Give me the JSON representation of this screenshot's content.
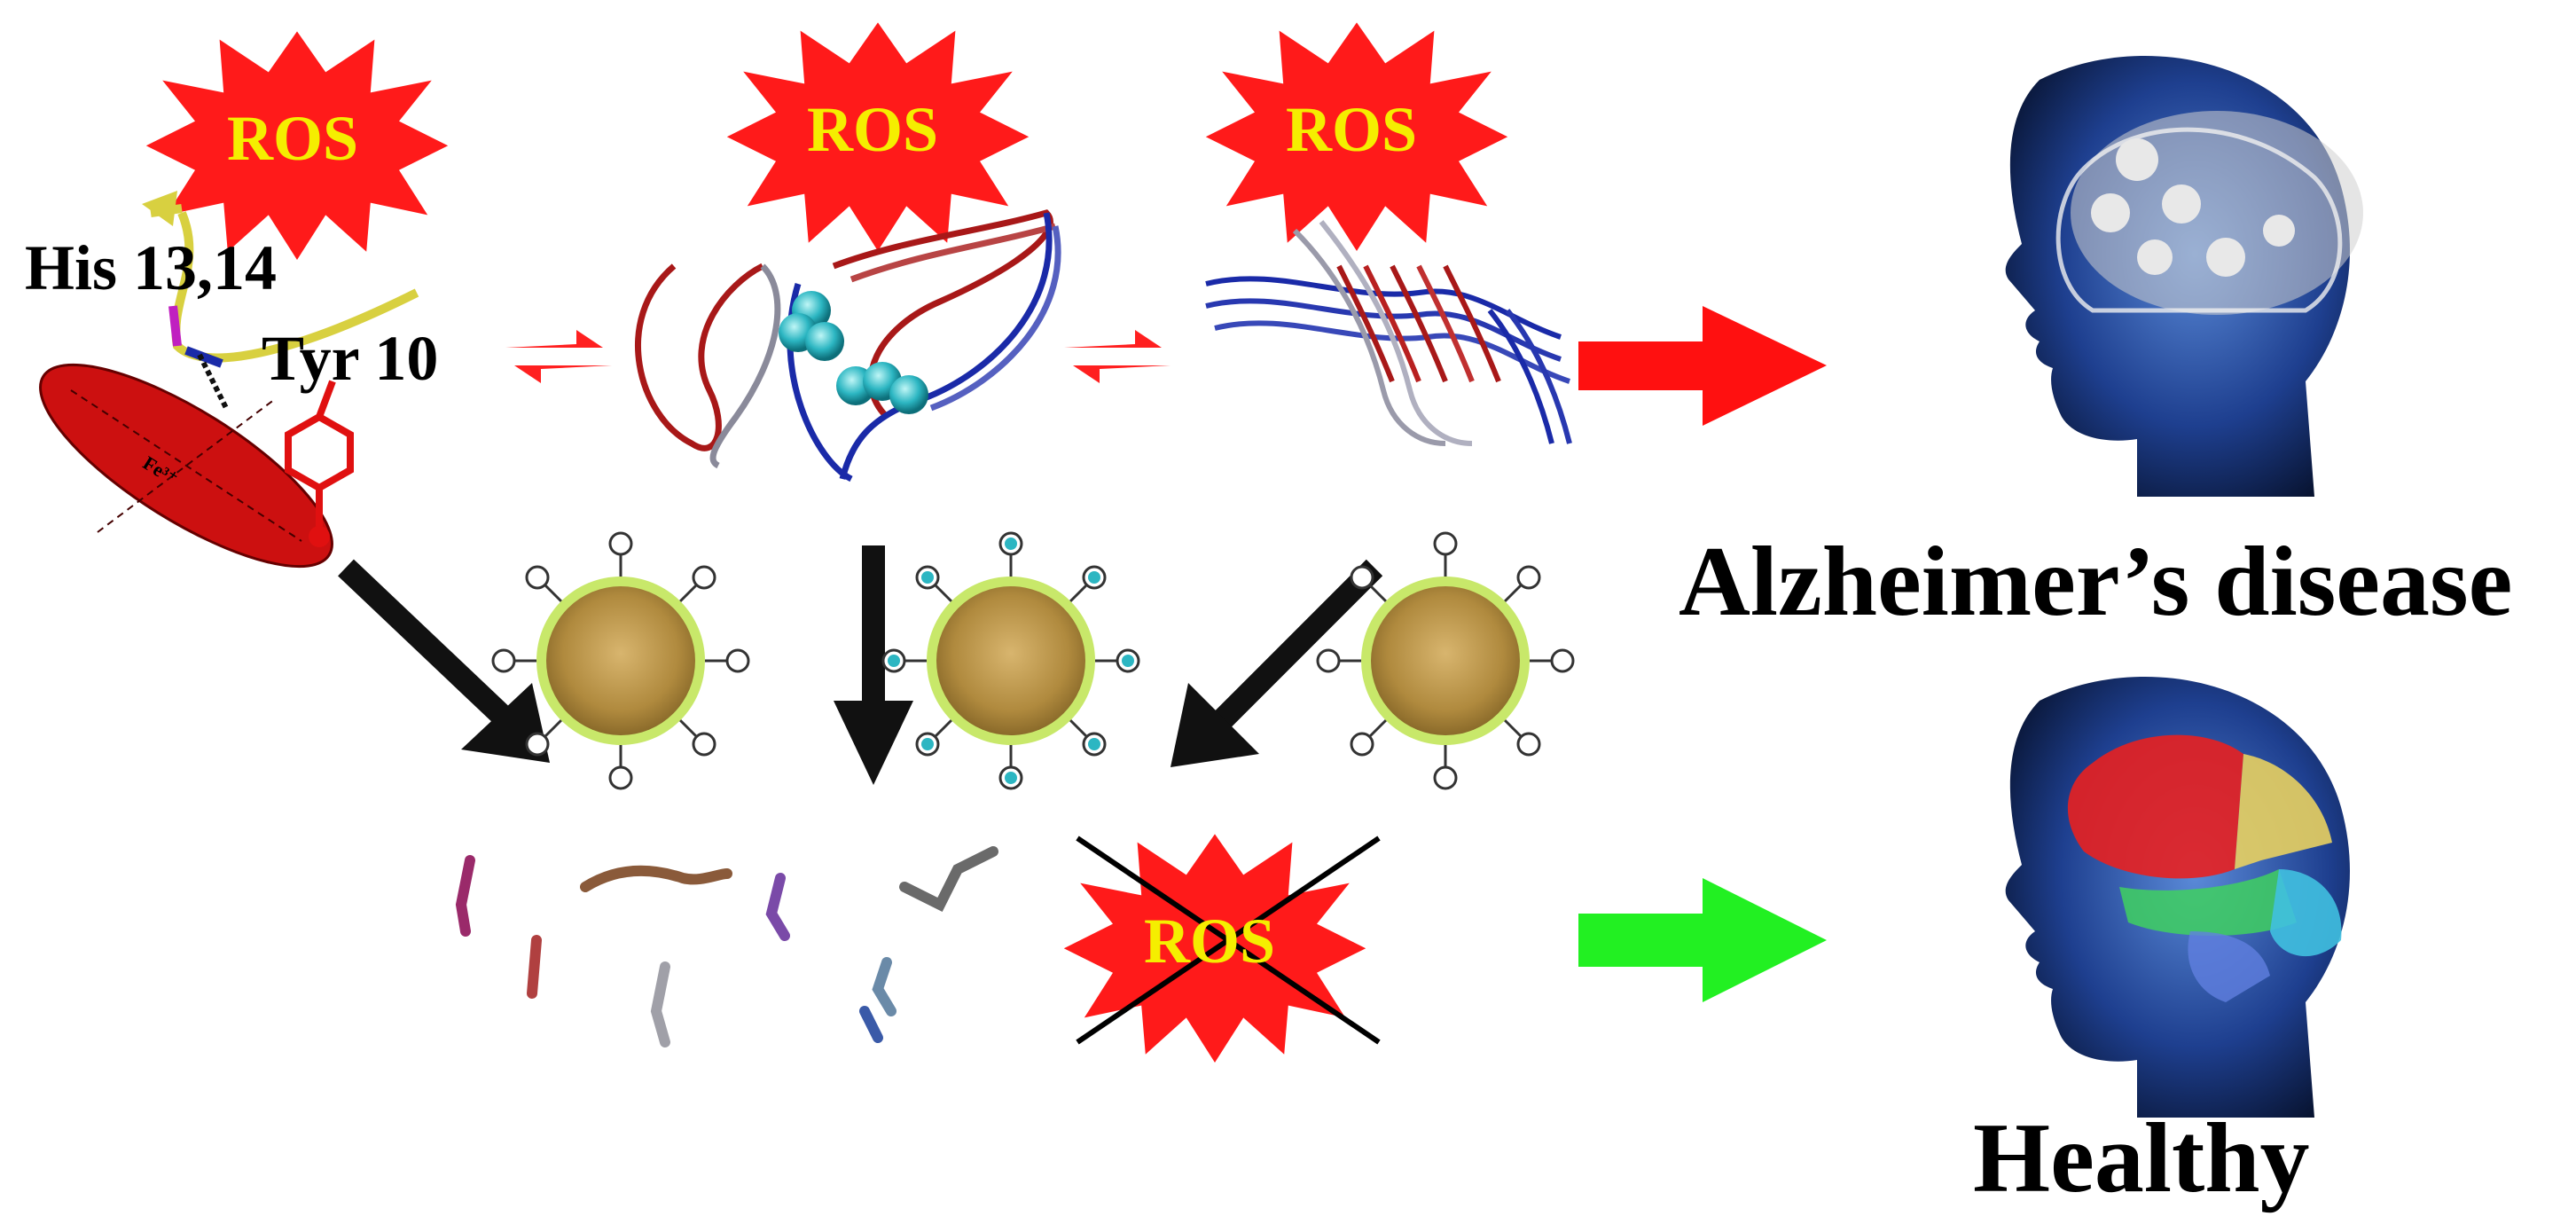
{
  "labels": {
    "ros": "ROS",
    "fe": "Fe³⁺",
    "his": "His 13,14",
    "tyr": "Tyr 10",
    "alzheimers": "Alzheimer’s disease",
    "healthy": "Healthy"
  },
  "colors": {
    "ros_burst": "#ff1a1a",
    "ros_text": "#f5ee00",
    "equilibrium_arrow": "#ff2020",
    "inhibition_arrow": "#111111",
    "disease_arrow": "#ff1010",
    "healthy_arrow": "#22f022",
    "nanoparticle_core": "#b8924a",
    "nanoparticle_shell": "#c8e86a",
    "peptide_red": "#a81818",
    "peptide_blue": "#1a2aa8",
    "head": "#1a3a8a"
  },
  "icons": [
    "ros-burst-icon",
    "nanoparticle-icon",
    "brain-head-icon",
    "peptide-fragment-icon"
  ]
}
